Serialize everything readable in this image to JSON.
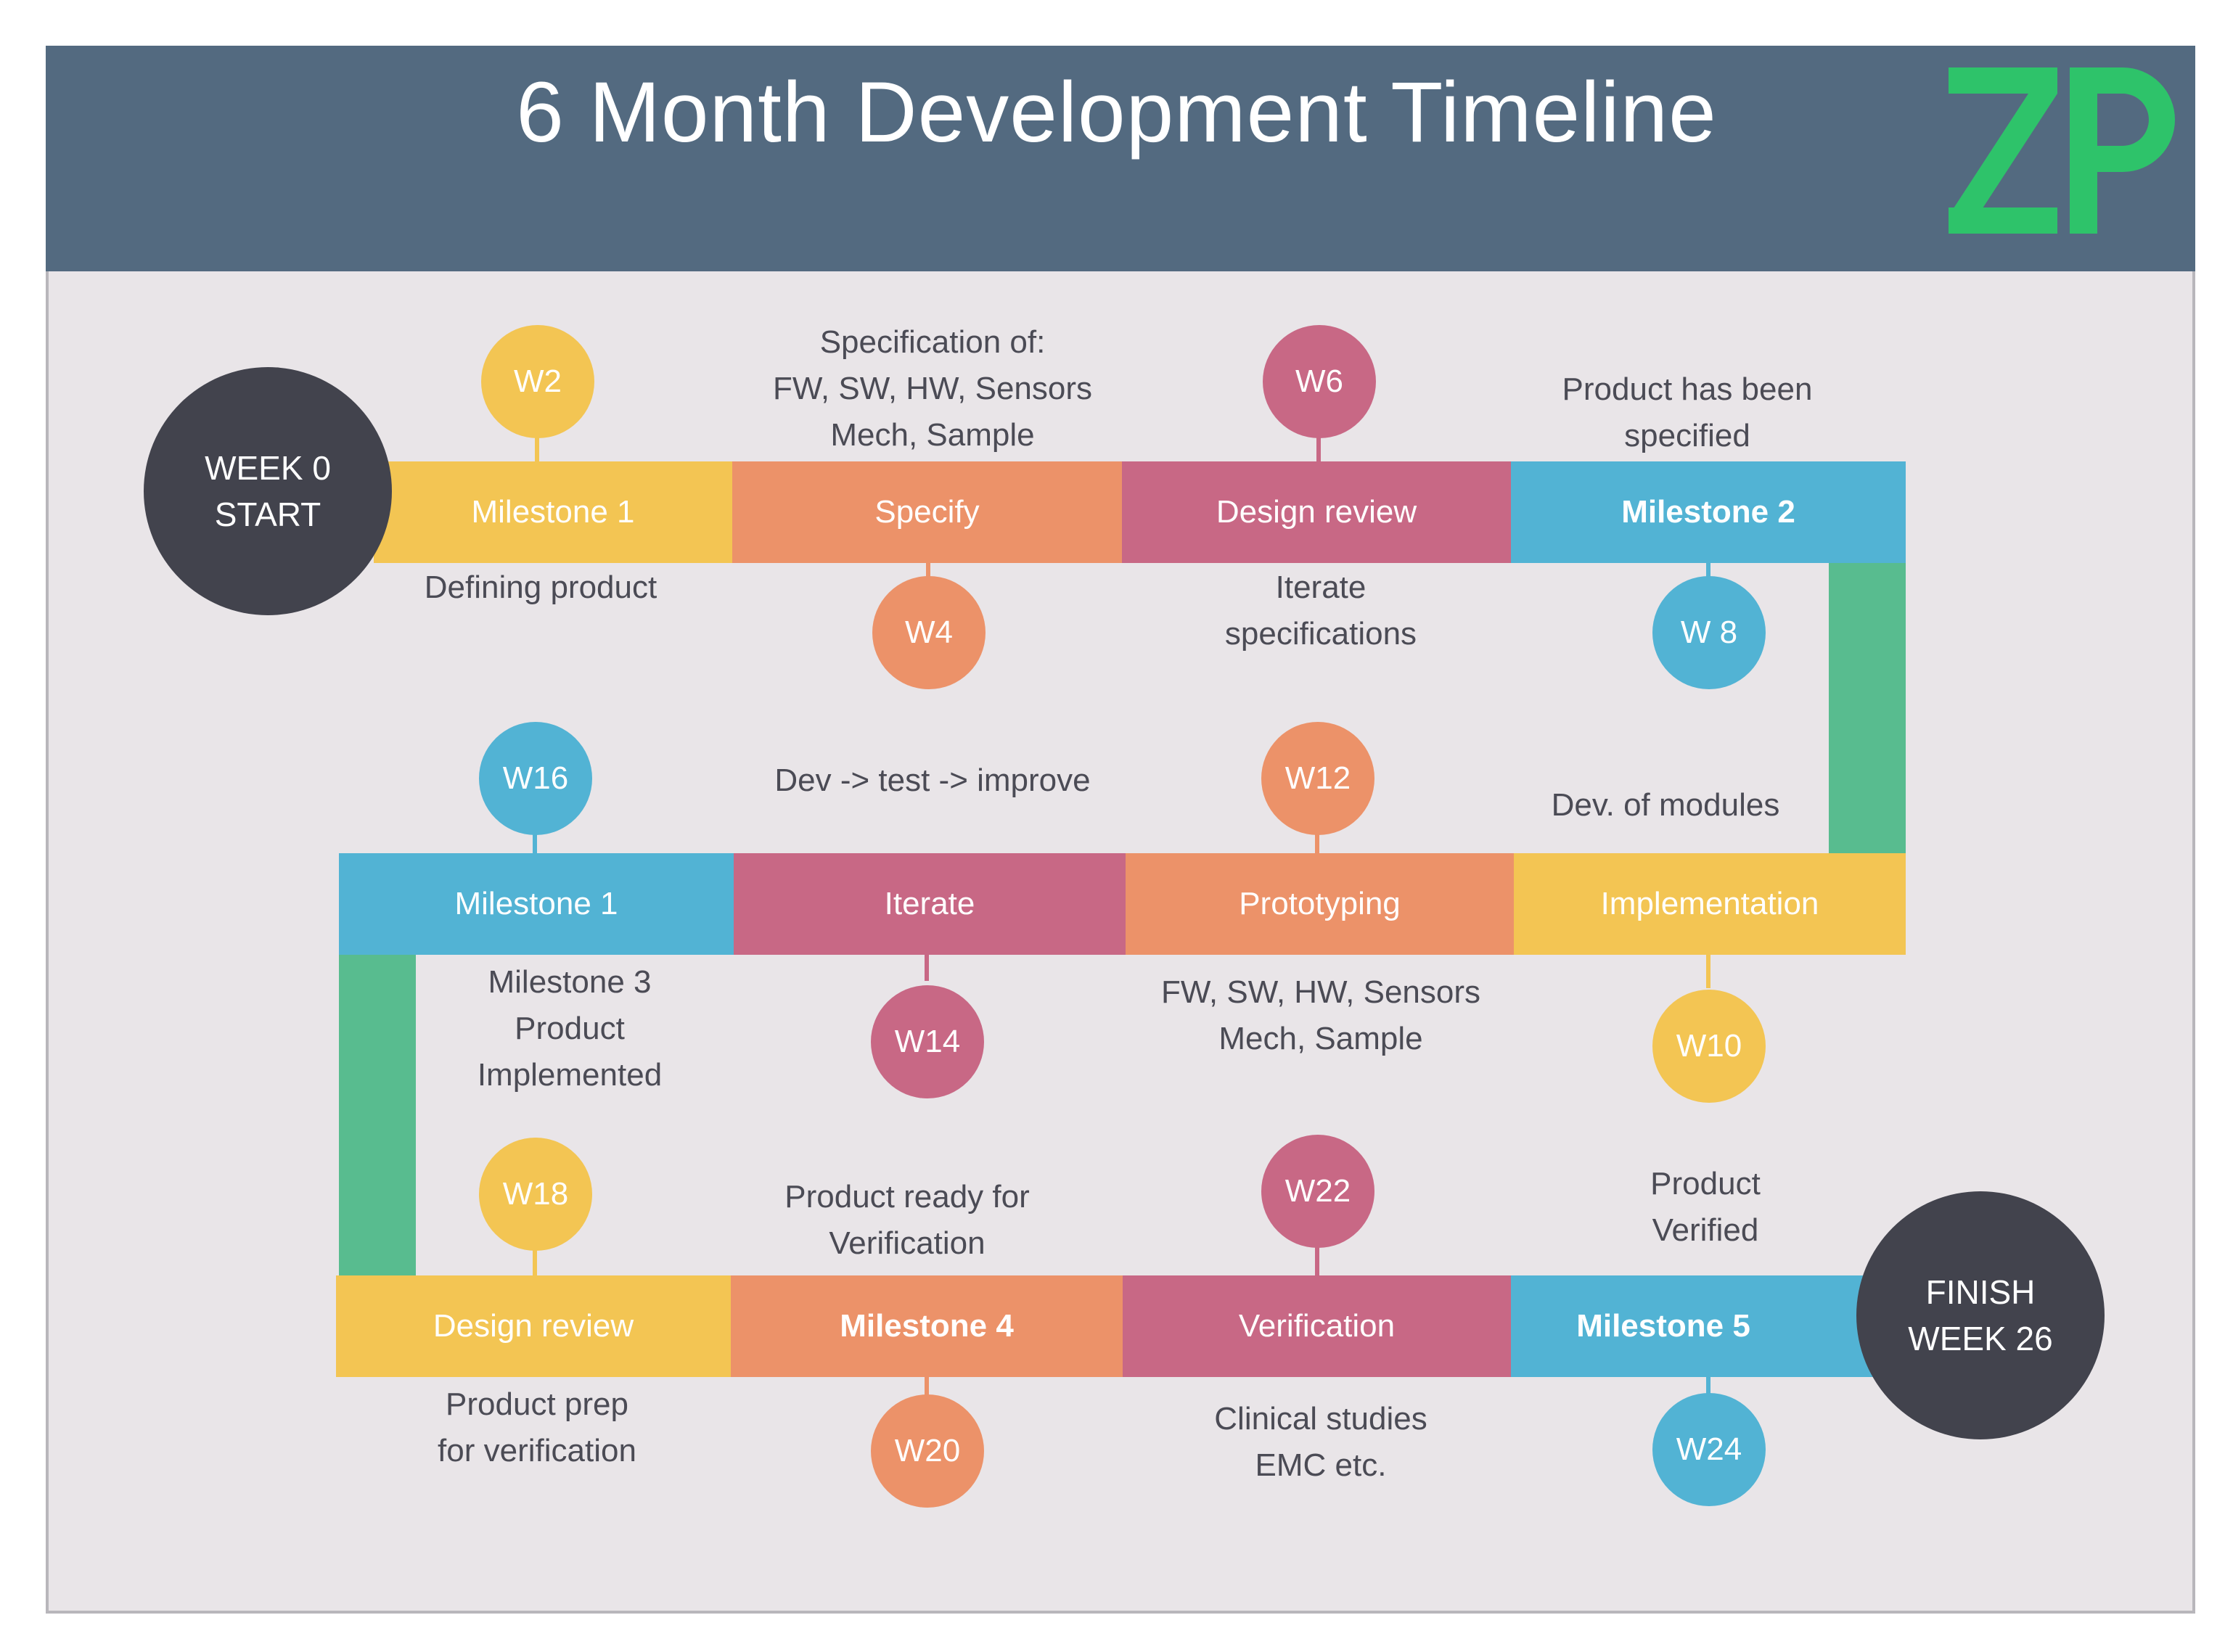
{
  "title": "6 Month Development Timeline",
  "logo": "ZP",
  "colors": {
    "yellow": "#f3c553",
    "orange": "#ec9269",
    "rose": "#c86885",
    "blue": "#52b3d4",
    "green": "#58bc8f",
    "dark": "#42434d",
    "header": "#536a80",
    "logo": "#2ec36a"
  },
  "start": {
    "line1": "WEEK 0",
    "line2": "START"
  },
  "finish": {
    "line1": "FINISH",
    "line2": "WEEK 26"
  },
  "row1": {
    "bars": [
      "Milestone 1",
      "Specify",
      "Design review",
      "Milestone 2"
    ],
    "weeks": [
      "W2",
      "W4",
      "W6",
      "W 8"
    ],
    "notes": {
      "defining": "Defining product",
      "spec1": "Specification of:",
      "spec2": "FW, SW, HW, Sensors",
      "spec3": "Mech, Sample",
      "iterate1": "Iterate",
      "iterate2": "specifications",
      "specified1": "Product has been",
      "specified2": "specified"
    }
  },
  "row2": {
    "bars": [
      "Milestone 1",
      "Iterate",
      "Prototyping",
      "Implementation"
    ],
    "weeks": [
      "W16",
      "W14",
      "W12",
      "W10"
    ],
    "notes": {
      "dev": "Dev -> test -> improve",
      "modules": "Dev. of modules",
      "m3a": "Milestone 3",
      "m3b": "Product",
      "m3c": "Implemented",
      "fw1": "FW, SW, HW, Sensors",
      "fw2": "Mech, Sample"
    }
  },
  "row3": {
    "bars": [
      "Design review",
      "Milestone 4",
      "Verification",
      "Milestone 5"
    ],
    "weeks": [
      "W18",
      "W20",
      "W22",
      "W24"
    ],
    "notes": {
      "ready1": "Product ready for",
      "ready2": "Verification",
      "verified1": "Product",
      "verified2": "Verified",
      "prep1": "Product prep",
      "prep2": "for verification",
      "clinical1": "Clinical studies",
      "clinical2": "EMC etc."
    }
  }
}
